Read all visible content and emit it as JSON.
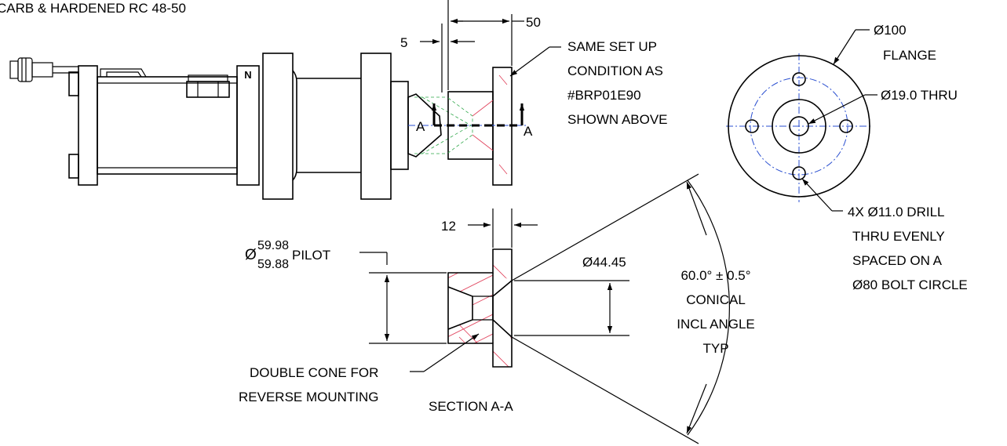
{
  "header_note": "CARB & HARDENED RC 48-50",
  "part_label": "N",
  "dims": {
    "d50": "50",
    "d5": "5",
    "d12": "12",
    "pilot_prefix": "Ø",
    "pilot_upper": "59.98",
    "pilot_lower": "59.88",
    "pilot_suffix": "PILOT",
    "d44": "Ø44.45"
  },
  "section_marks": {
    "left": "A",
    "right": "A"
  },
  "notes": {
    "setup": [
      "SAME SET UP",
      "CONDITION AS",
      "#BRP01E90",
      "SHOWN ABOVE"
    ],
    "flange": [
      "Ø100",
      "FLANGE"
    ],
    "thru": "Ø19.0 THRU",
    "drill": [
      "4X Ø11.0 DRILL",
      "THRU EVENLY",
      "SPACED ON A",
      "Ø80 BOLT CIRCLE"
    ],
    "angle": [
      "60.0° ± 0.5°",
      "CONICAL",
      "INCL ANGLE",
      "TYP"
    ],
    "double_cone": [
      "DOUBLE CONE FOR",
      "REVERSE MOUNTING"
    ],
    "section_title": "SECTION  A-A"
  },
  "colors": {
    "line": "#000000",
    "centerline": "#2a4fd0",
    "hatch": "#e0405a",
    "hidden": "#2fa84a"
  }
}
